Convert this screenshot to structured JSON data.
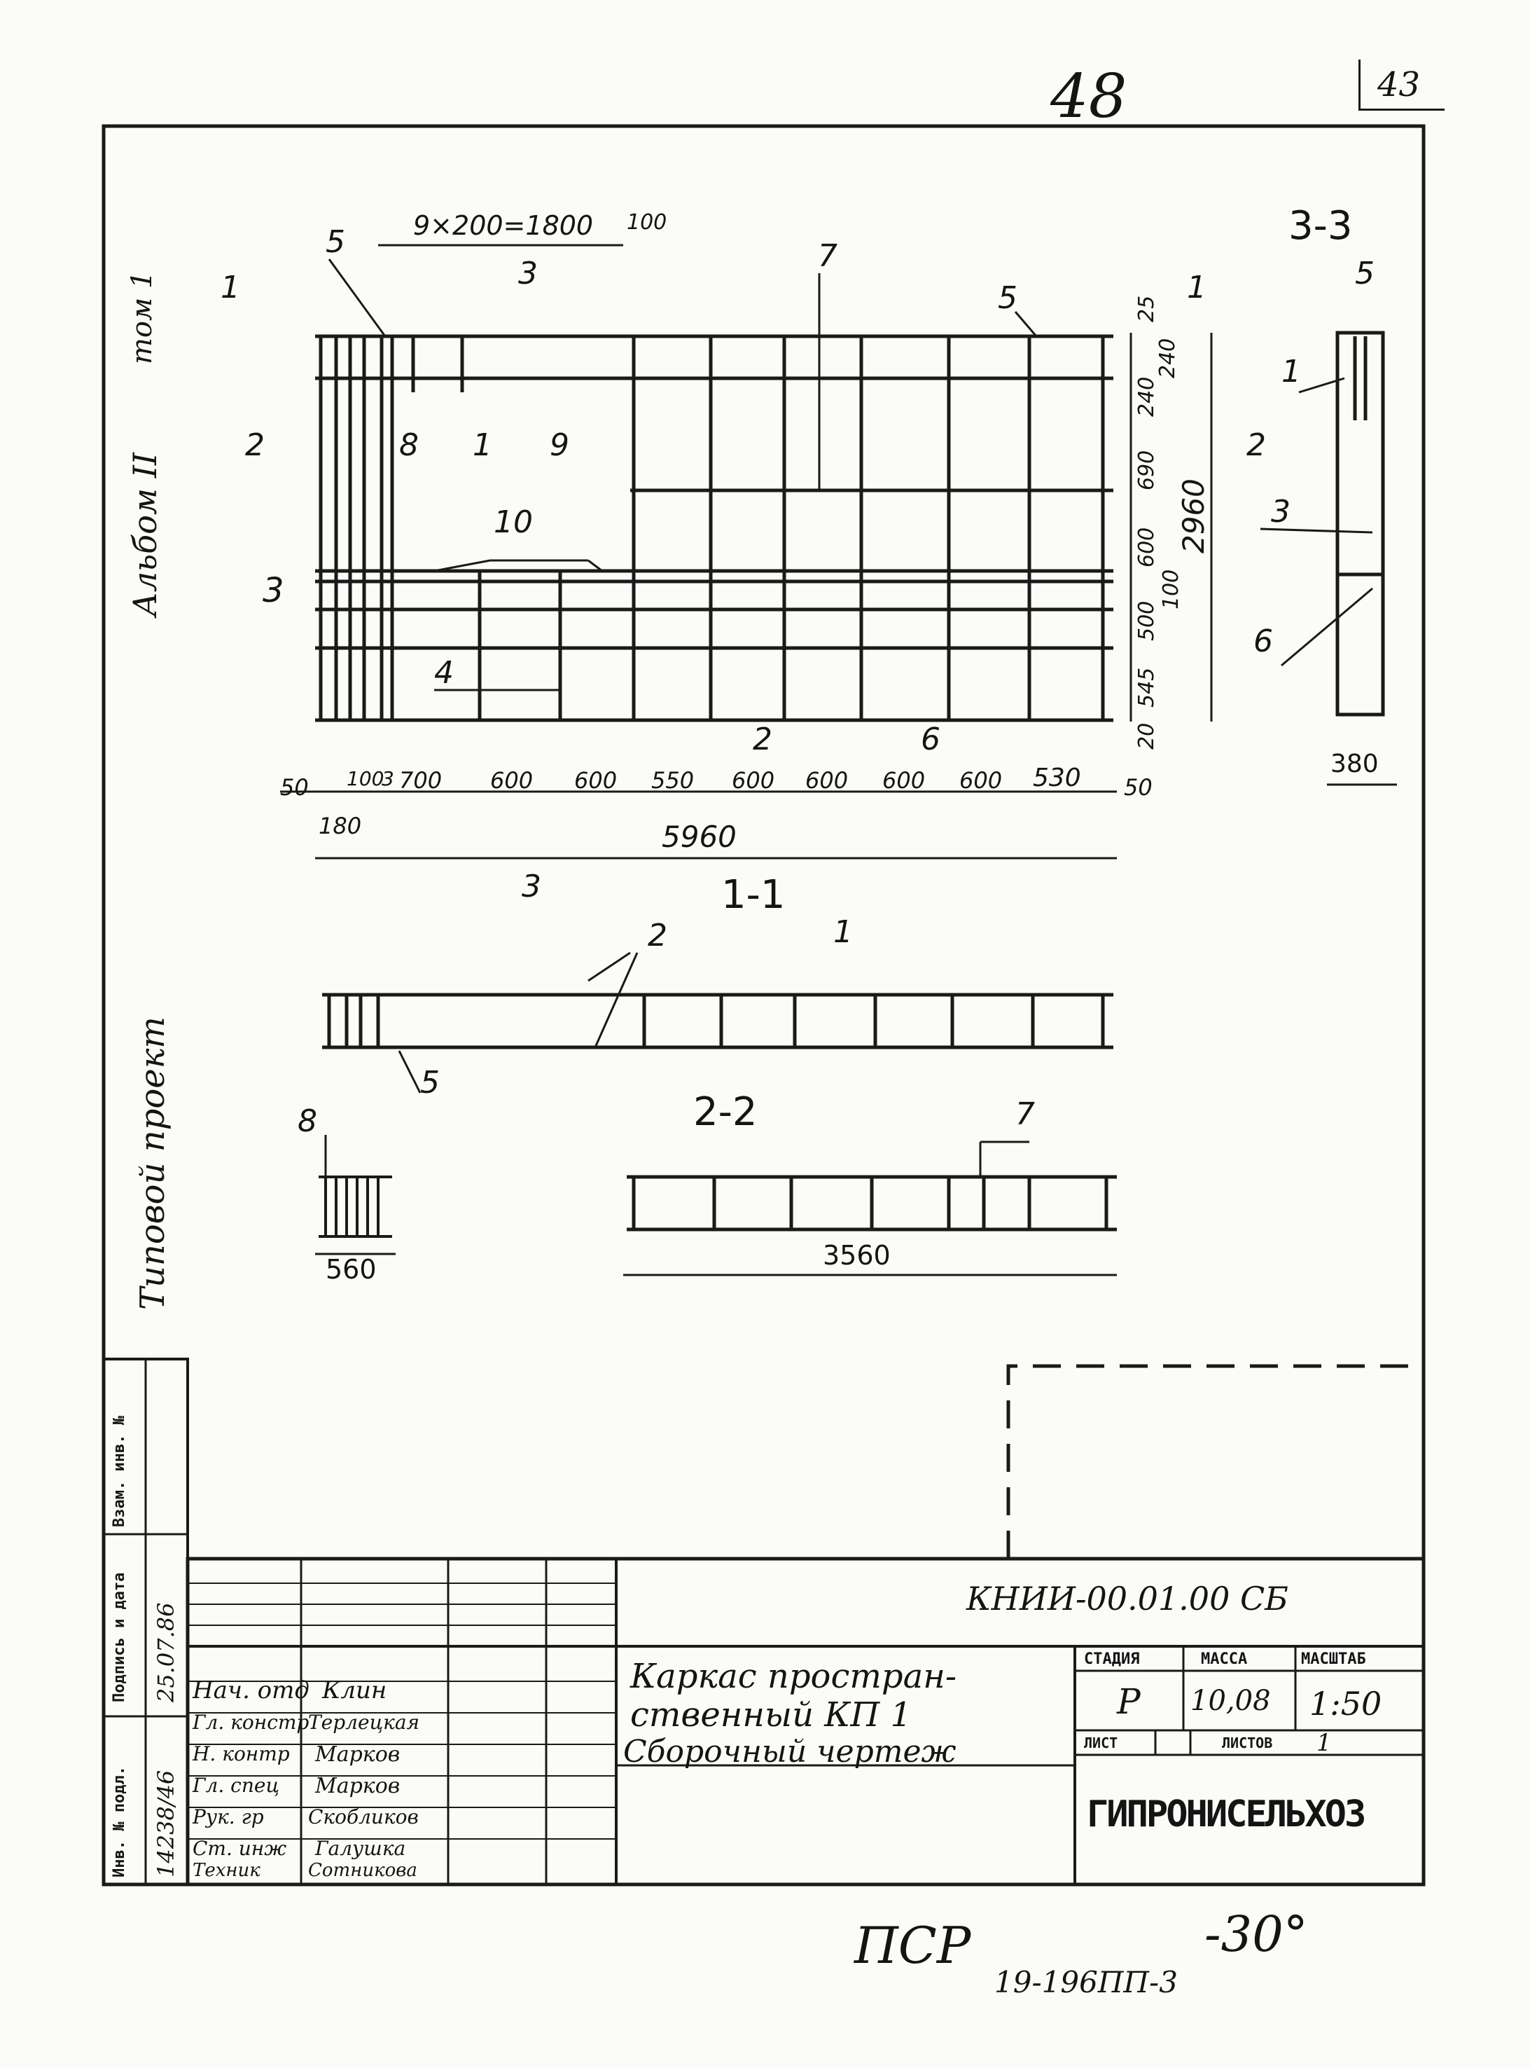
{
  "page": {
    "sheet_number_top": "48",
    "sheet_number_box": "43",
    "bottom_handwritten": "ПСР",
    "bottom_number": "-30°",
    "bottom_code": "19-196ПП-3"
  },
  "left_margin": {
    "album": "Альбом II",
    "album_small": "том 1",
    "typical_project": "Типовой проект"
  },
  "drawing": {
    "top_spacing_label": "9×200=1800",
    "dim_100": "100",
    "section_marks": [
      "1",
      "1",
      "2",
      "2",
      "3",
      "3"
    ],
    "section_3_3_title": "3-3",
    "section_1_1_title": "1-1",
    "section_2_2_title": "2-2",
    "callouts": [
      "5",
      "5",
      "7",
      "8",
      "1",
      "9",
      "10",
      "3",
      "4",
      "2",
      "6",
      "1",
      "3",
      "6",
      "5",
      "2",
      "1",
      "5",
      "8",
      "7"
    ],
    "right_dims": [
      "25",
      "240",
      "240",
      "690",
      "600",
      "100",
      "500",
      "545",
      "20"
    ],
    "dim_2960": "2960",
    "bottom_dims": [
      "50",
      "100",
      "3",
      "700",
      "600",
      "600",
      "550",
      "600",
      "600",
      "600",
      "600",
      "530",
      "50"
    ],
    "dim_180": "180",
    "dim_5960": "5960",
    "dim_380": "380",
    "dim_560": "560",
    "dim_3560": "3560"
  },
  "title_block": {
    "doc_code": "КНИИ-00.01.00 СБ",
    "title_line1": "Каркас простран-",
    "title_line2": "ственный КП 1",
    "title_line3": "Сборочный чертеж",
    "stage_header": "СТАДИЯ",
    "mass_header": "МАССА",
    "scale_header": "МАСШТАБ",
    "stage_value": "Р",
    "mass_value": "10,08",
    "scale_value": "1:50",
    "sheet_label": "ЛИСТ",
    "sheets_label": "ЛИСТОВ",
    "sheets_value": "1",
    "organization": "ГИПРОНИСЕЛЬХОЗ",
    "roles": [
      "Нач. отд",
      "Гл. констр",
      "Н. контр",
      "Гл. спец",
      "Рук. гр",
      "Ст. инж",
      "Техник"
    ],
    "names": [
      "Клин",
      "Терлецкая",
      "Марков",
      "Марков",
      "Скобликов",
      "Галушка",
      "Сотникова"
    ]
  },
  "side_stamp": {
    "inv_no_orig": "Инв. № подл.",
    "sign_date": "Подпись и дата",
    "vzam_inv": "Взам. инв. №",
    "inv_value": "14238/46",
    "sign_value": "25.07.86"
  }
}
